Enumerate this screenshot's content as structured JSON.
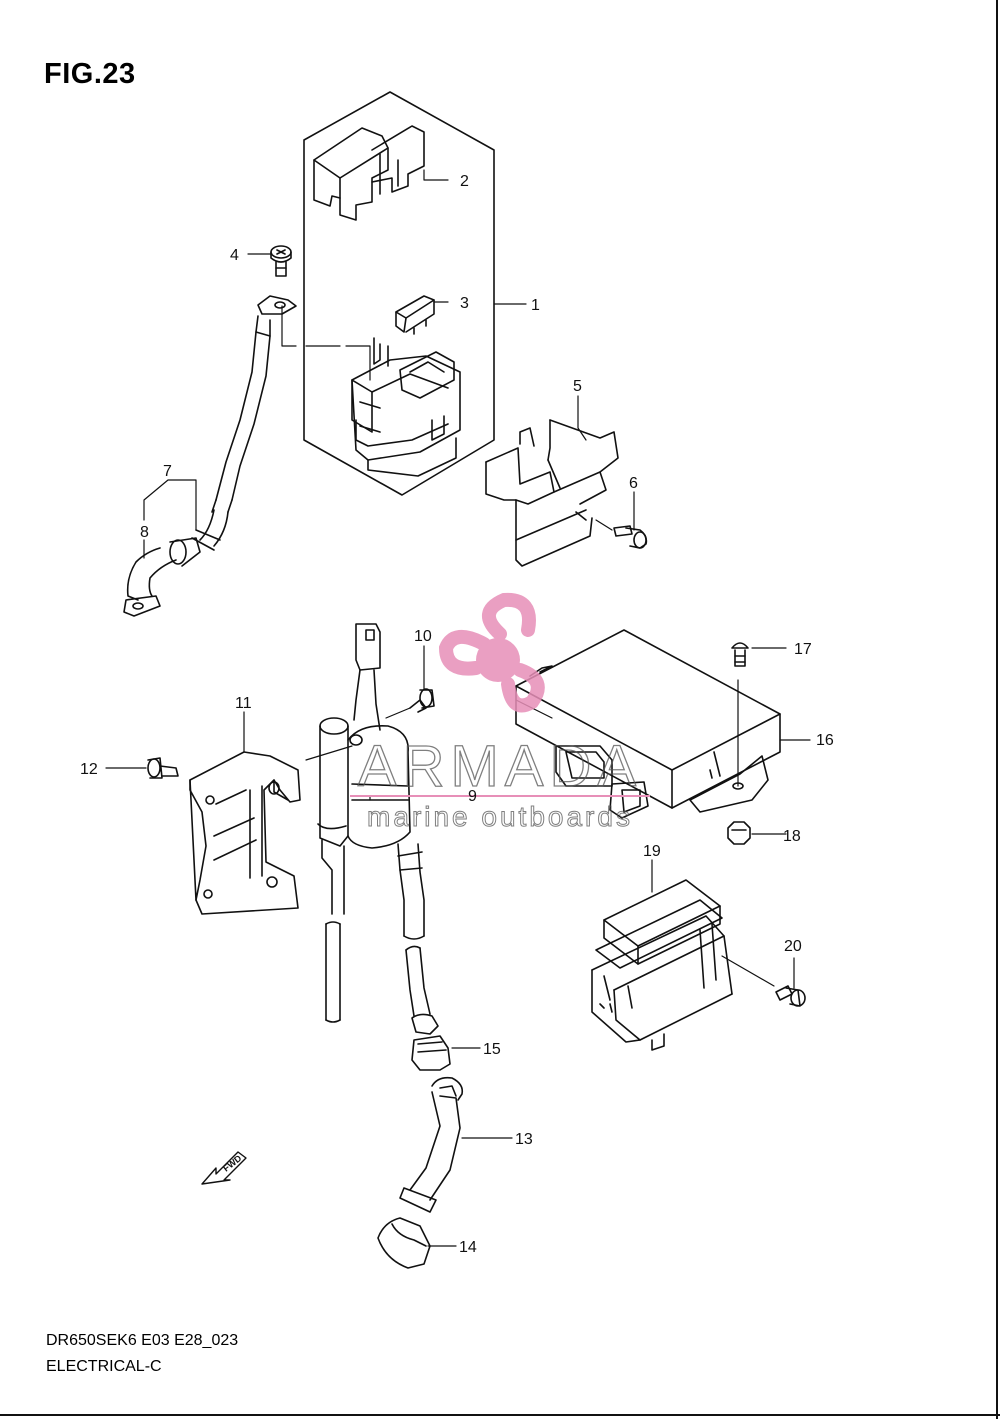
{
  "figure": {
    "title": "FIG.23",
    "model_code": "DR650SEK6 E03 E28_023",
    "section_name": "ELECTRICAL-C"
  },
  "watermark": {
    "brand": "ARMADA",
    "tagline": "marine outboards"
  },
  "fwd_label": "FWD",
  "callouts": [
    {
      "id": "c1",
      "number": "1"
    },
    {
      "id": "c2",
      "number": "2"
    },
    {
      "id": "c3",
      "number": "3"
    },
    {
      "id": "c4",
      "number": "4"
    },
    {
      "id": "c5",
      "number": "5"
    },
    {
      "id": "c6",
      "number": "6"
    },
    {
      "id": "c7",
      "number": "7"
    },
    {
      "id": "c8",
      "number": "8"
    },
    {
      "id": "c9",
      "number": "9"
    },
    {
      "id": "c10",
      "number": "10"
    },
    {
      "id": "c11",
      "number": "11"
    },
    {
      "id": "c12",
      "number": "12"
    },
    {
      "id": "c13",
      "number": "13"
    },
    {
      "id": "c14",
      "number": "14"
    },
    {
      "id": "c15",
      "number": "15"
    },
    {
      "id": "c16",
      "number": "16"
    },
    {
      "id": "c17",
      "number": "17"
    },
    {
      "id": "c18",
      "number": "18"
    },
    {
      "id": "c19",
      "number": "19"
    },
    {
      "id": "c20",
      "number": "20"
    }
  ],
  "colors": {
    "line": "#111111",
    "watermark": "#e78fb8",
    "watermark_dark": "#d96aa0"
  }
}
